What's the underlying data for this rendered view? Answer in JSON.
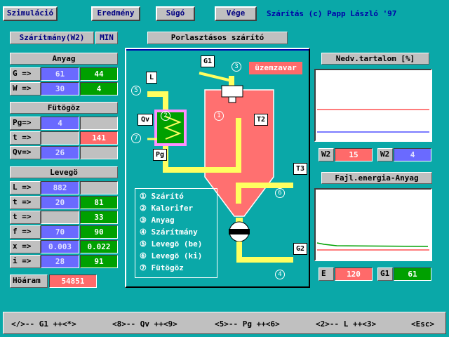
{
  "menu": {
    "sim": "Szimuláció",
    "result": "Eredmény",
    "help": "Súgó",
    "end": "Vége"
  },
  "app_title": "Szárítás  (c) Papp László  '97",
  "mode": {
    "label": "Szárítmány(W2)",
    "value": "MIN"
  },
  "diagram_title": "Porlasztásos szárító",
  "anyag": {
    "header": "Anyag",
    "rows": [
      {
        "label": "G =>",
        "left": "61",
        "right": "44"
      },
      {
        "label": "W =>",
        "left": "30",
        "right": "4"
      }
    ]
  },
  "futogoz": {
    "header": "Fütögöz",
    "rows": [
      {
        "label": "Pg=>",
        "left": "4",
        "right": ""
      },
      {
        "label": "t =>",
        "left": "",
        "right": "141"
      },
      {
        "label": "Qv=>",
        "left": "26",
        "right": ""
      }
    ]
  },
  "levego": {
    "header": "Levegö",
    "rows": [
      {
        "label": "L =>",
        "left": "882",
        "right": ""
      },
      {
        "label": "t =>",
        "left": "20",
        "right": "81"
      },
      {
        "label": "t =>",
        "left": "",
        "right": "33"
      },
      {
        "label": "f =>",
        "left": "70",
        "right": "90"
      },
      {
        "label": "x =>",
        "left": "0.003",
        "right": "0.022"
      },
      {
        "label": "i =>",
        "left": "28",
        "right": "91"
      }
    ]
  },
  "hoaram": {
    "label": "Höáram",
    "value": "54851"
  },
  "diagram": {
    "alarm": "üzemzavar",
    "tags": {
      "G1": "G1",
      "L": "L",
      "Qv": "Qv",
      "Pg": "Pg",
      "T2": "T2",
      "T3": "T3",
      "G2": "G2"
    },
    "legend": [
      "Szárító",
      "Kalorifer",
      "Anyag",
      "Szárítmány",
      "Levegö (be)",
      "Levegö (ki)",
      "Fütögöz"
    ]
  },
  "graph1": {
    "title": "Nedv.tartalom [%]",
    "w2_label": "W2",
    "w2_value": "15",
    "w2b_label": "W2",
    "w2b_value": "4"
  },
  "graph2": {
    "title": "Fajl.energia-Anyag",
    "e_label": "E",
    "e_value": "120",
    "g1_label": "G1",
    "g1_value": "61"
  },
  "status": {
    "k1": "</>-- G1 ++<*>",
    "k2": "<8>-- Qv ++<9>",
    "k3": "<5>-- Pg ++<6>",
    "k4": "<2>-- L ++<3>",
    "k5": "<Esc>"
  },
  "colors": {
    "background": "#0aa8a8",
    "blue_cell": "#6a6aff",
    "green_cell": "#00a000",
    "red_cell": "#ff6a6a",
    "pipe": "#ffff60",
    "dryer": "#ff7070"
  }
}
